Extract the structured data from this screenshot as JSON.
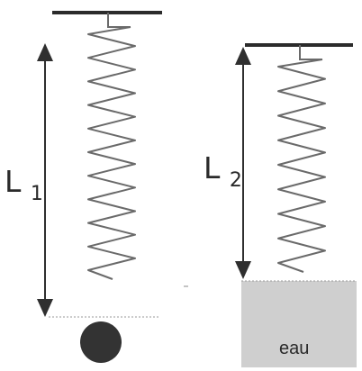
{
  "labels": {
    "left_length": "L",
    "left_length_sub": "1",
    "right_length": "L",
    "right_length_sub": "2",
    "water": "eau"
  },
  "colors": {
    "support": "#2b2b2b",
    "spring": "#6a6a6a",
    "arrow": "#2f2f2f",
    "ball": "#333333",
    "water": "#cfcfcf",
    "dotted": "#9a9a9a"
  },
  "icons": {
    "spring_left": "coil-spring-icon",
    "spring_right": "coil-spring-icon",
    "ball": "ball-icon",
    "arrow_left": "double-arrow-icon",
    "arrow_right": "double-arrow-icon"
  }
}
